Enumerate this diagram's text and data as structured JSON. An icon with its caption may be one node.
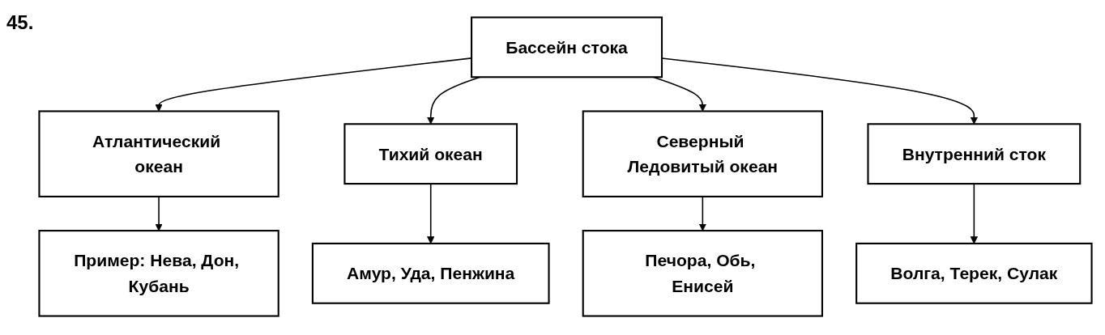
{
  "diagram": {
    "nodes": [
      {
        "text": [
          "Бассейн стока"
        ]
      },
      {
        "text": [
          "Атлантический океан"
        ]
      },
      {
        "text": [
          "Тихий океан"
        ]
      },
      {
        "text": [
          "Северный Ледовитый океан"
        ]
      },
      {
        "text": [
          "Внутренний сток"
        ]
      },
      {
        "text": [
          "Пример: Нева, Дон, Кубань"
        ]
      },
      {
        "text": [
          "Амур, Уда, Пенжина"
        ]
      },
      {
        "text": [
          "Печора, Обь, Енисей"
        ]
      },
      {
        "text": [
          "Волга, Терек, Сулак"
        ]
      }
    ],
    "edges": [
      {
        "from": 0,
        "to": 1,
        "arrow": "to"
      },
      {
        "from": 0,
        "to": 2,
        "arrow": "to"
      },
      {
        "from": 0,
        "to": 3,
        "arrow": "to"
      },
      {
        "from": 0,
        "to": 4,
        "arrow": "to"
      },
      {
        "from": 1,
        "to": 5,
        "arrow": "to"
      },
      {
        "from": 2,
        "to": 6,
        "arrow": "to"
      },
      {
        "from": 3,
        "to": 7,
        "arrow": "to"
      },
      {
        "from": 4,
        "to": 8,
        "arrow": "to"
      }
    ],
    "labels": [
      "45."
    ]
  }
}
